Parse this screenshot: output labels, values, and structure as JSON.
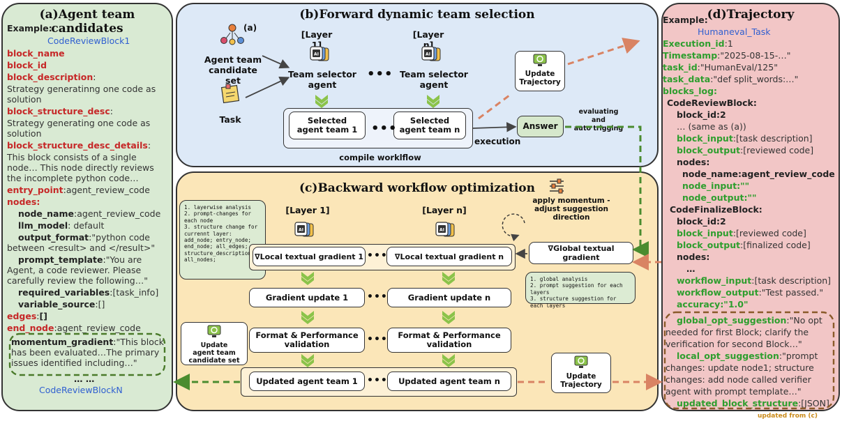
{
  "panel_a": {
    "title": "(a)Agent team candidates",
    "example": "Example:",
    "block_title": "CodeReviewBlock1",
    "block_name": "block_name",
    "block_id": "block_id",
    "block_description": "block_description",
    "desc_1": "Strategy generatinng one code as",
    "desc_2": "solution",
    "structure_desc": "block_structure_desc",
    "sdesc_1": "Strategy generating one code as",
    "sdesc_2": "solution",
    "details": "block_structure_desc_details",
    "details_1": "This block consists of a single",
    "details_2": "node… This node directly reviews",
    "details_3": "the incomplete python code…",
    "entry_point_key": "entry_point",
    "entry_point_val": "agent_review_code",
    "nodes": "nodes:",
    "node_name_key": "node_name",
    "node_name_val": "agent_review_code",
    "llm_model_key": "llm_model",
    "llm_model_val": "default",
    "output_format_key": "output_format",
    "output_format_val": "\"python code",
    "output_format_2": "between <result> and </result>\"",
    "prompt_template_key": "prompt_template",
    "prompt_template_val": "\"You are",
    "prompt_2": "Agent, a code reviewer. Please",
    "prompt_3": "carefully review the following…\"",
    "required_key": "required_variables",
    "required_val": "[task_info]",
    "variable_key": "variable_source",
    "variable_val": "[]",
    "edges_key": "edges",
    "edges_val": "[]",
    "end_node_key": "end_node",
    "end_node_val": "agent_review_code",
    "momentum_key": "momentum_gradient",
    "momentum_val": "\"This block",
    "momentum_2": "has been evaluated…The primary",
    "momentum_3": "issues identified including…\"",
    "ellipsis": "… …",
    "block_n": "CodeReviewBlockN"
  },
  "panel_b": {
    "title": "(b)Forward dynamic team selection",
    "a_marker": "(a)",
    "candidate_set": "Agent team\ncandidate set",
    "task": "Task",
    "layer1": "[Layer 1]",
    "layern": "[Layer n]",
    "selector1": "Team selector\nagent",
    "selectorn": "Team selector\nagent",
    "team1": "Selected\nagent team 1",
    "teamn": "Selected\nagent team n",
    "dots": "•••",
    "compile": "compile worklflow",
    "execution": "execution",
    "answer": "Answer",
    "update_traj": "Update\nTrajectory",
    "evaluating": "evaluating and\nauto trigging"
  },
  "panel_c": {
    "title": "(c)Backward workflow optimization",
    "layer1": "[Layer 1]",
    "layern": "[Layer n]",
    "momentum": "apply momentum -\nadjust suggestion\ndirection",
    "note_left": "1. layerwise analysis\n2. prompt-changes for\neach node\n3. structure change for\ncurrennt layer:\nadd_node; entry_node;\nend_node; all_edges;\nstructure_description;\nall_nodes;",
    "local1": "∇Local textual gradient 1",
    "localn": "∇Local textual gradient n",
    "global": "∇Global textual gradient",
    "note_right": "1. global analysis\n2. prompt suggestion for each layers\n3. structure suggestion for each layers",
    "grad1": "Gradient update 1",
    "gradn": "Gradient update n",
    "fmt1": "Format & Performance\nvalidation",
    "fmtn": "Format & Performance\nvalidation",
    "upd1": "Updated agent team 1",
    "updn": "Updated agent team n",
    "update_cand": "Update\nagent team\ncandidate set",
    "update_traj": "Update\nTrajectory",
    "dots": "•••"
  },
  "panel_d": {
    "title": "(d)Trajectory",
    "example": "Example:",
    "task_title": "Humaneval_Task",
    "execution_id_key": "Execution_id",
    "execution_id_val": ":1",
    "timestamp_key": "Timestamp",
    "timestamp_val": ":\"2025-08-15-…\"",
    "task_id_key": "task_id",
    "task_id_val": ":\"HumanEval/125\"",
    "task_data_key": "task_data",
    "task_data_val": ":\"def split_words:…\"",
    "blocks_log": "blocks_log:",
    "crb": "CodeReviewBlock:",
    "crb_block_id": "block_id:2",
    "crb_same": "… (same as (a))",
    "crb_input_key": "block_input",
    "crb_input_val": ":[task description]",
    "crb_output_key": "block_output",
    "crb_output_val": ":[reviewed code]",
    "crb_nodes": "nodes:",
    "crb_node_name": "node_name:agent_review_code",
    "crb_node_input_key": "node_input",
    "crb_node_input_val": ":\"\"",
    "crb_node_output_key": "node_output",
    "crb_node_output_val": ":\"\"",
    "cfb": "CodeFinalizeBlock:",
    "cfb_block_id": "block_id:2",
    "cfb_input_key": "block_input",
    "cfb_input_val": ":[reviewed code]",
    "cfb_output_key": "block_output",
    "cfb_output_val": ":[finalized code]",
    "cfb_nodes": "nodes:",
    "cfb_ellipsis": "…",
    "wf_input_key": "workflow_input",
    "wf_input_val": ":[task description]",
    "wf_output_key": "workflow_output",
    "wf_output_val": ":\"Test passed.\"",
    "accuracy_key": "accuracy",
    "accuracy_val": ":\"1.0\"",
    "gos_key": "global_opt_suggestion",
    "gos_val": ":\"No opt",
    "gos_2": "needed for first Block; clarify the",
    "gos_3": "verification for second Block…\"",
    "los_key": "local_opt_suggestion",
    "los_val": ":\"prompt",
    "los_2": "changes: update node1; structure",
    "los_3": "changes: add node called verifier",
    "los_4": "agent with prompt template…\"",
    "ubs_key": "updated_block_structure",
    "ubs_val": ":[JSON]",
    "updated_from": "updated from (c)"
  },
  "colors": {
    "panel_a_bg": "#d9ead3",
    "panel_b_bg": "#dde9f7",
    "panel_c_bg": "#fbe6b8",
    "panel_d_bg": "#f2c6c6",
    "key_red": "#c62828",
    "key_green": "#2e9e2e",
    "link_blue": "#2f5fd0",
    "arrow_orange": "#d98363",
    "arrow_green": "#4a8c2f"
  },
  "icons": [
    "agent-network-icon",
    "sticky-note-icon",
    "ai-chip-icon",
    "monitor-refresh-icon",
    "sliders-icon",
    "chevron-down-icon"
  ]
}
